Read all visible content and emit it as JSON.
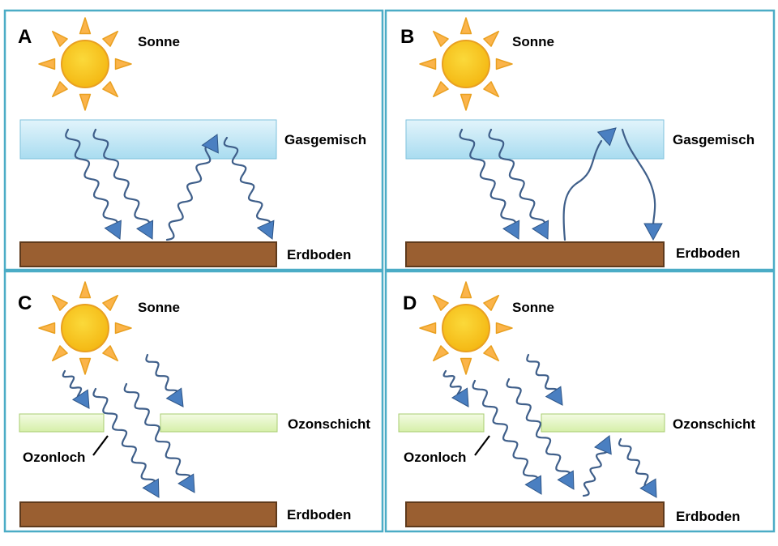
{
  "panels": [
    {
      "letter": "A",
      "labels": {
        "sun": "Sonne",
        "layer": "Gasgemisch",
        "ground": "Erdboden"
      }
    },
    {
      "letter": "B",
      "labels": {
        "sun": "Sonne",
        "layer": "Gasgemisch",
        "ground": "Erdboden"
      }
    },
    {
      "letter": "C",
      "labels": {
        "sun": "Sonne",
        "layer": "Ozonschicht",
        "ground": "Erdboden",
        "hole": "Ozonloch"
      }
    },
    {
      "letter": "D",
      "labels": {
        "sun": "Sonne",
        "layer": "Ozonschicht",
        "ground": "Erdboden",
        "hole": "Ozonloch"
      }
    }
  ],
  "colors": {
    "border": "#4bacc6",
    "sun_fill": "#f7c21c",
    "sun_stroke": "#e9a020",
    "ray_fill": "#fbb44a",
    "gas_fill": "#c4e8f6",
    "ozone_fill": "#e6f5c4",
    "ground_fill": "#9a5f31",
    "wave": "#3f5f8a",
    "arrow": "#4a7fc1"
  }
}
